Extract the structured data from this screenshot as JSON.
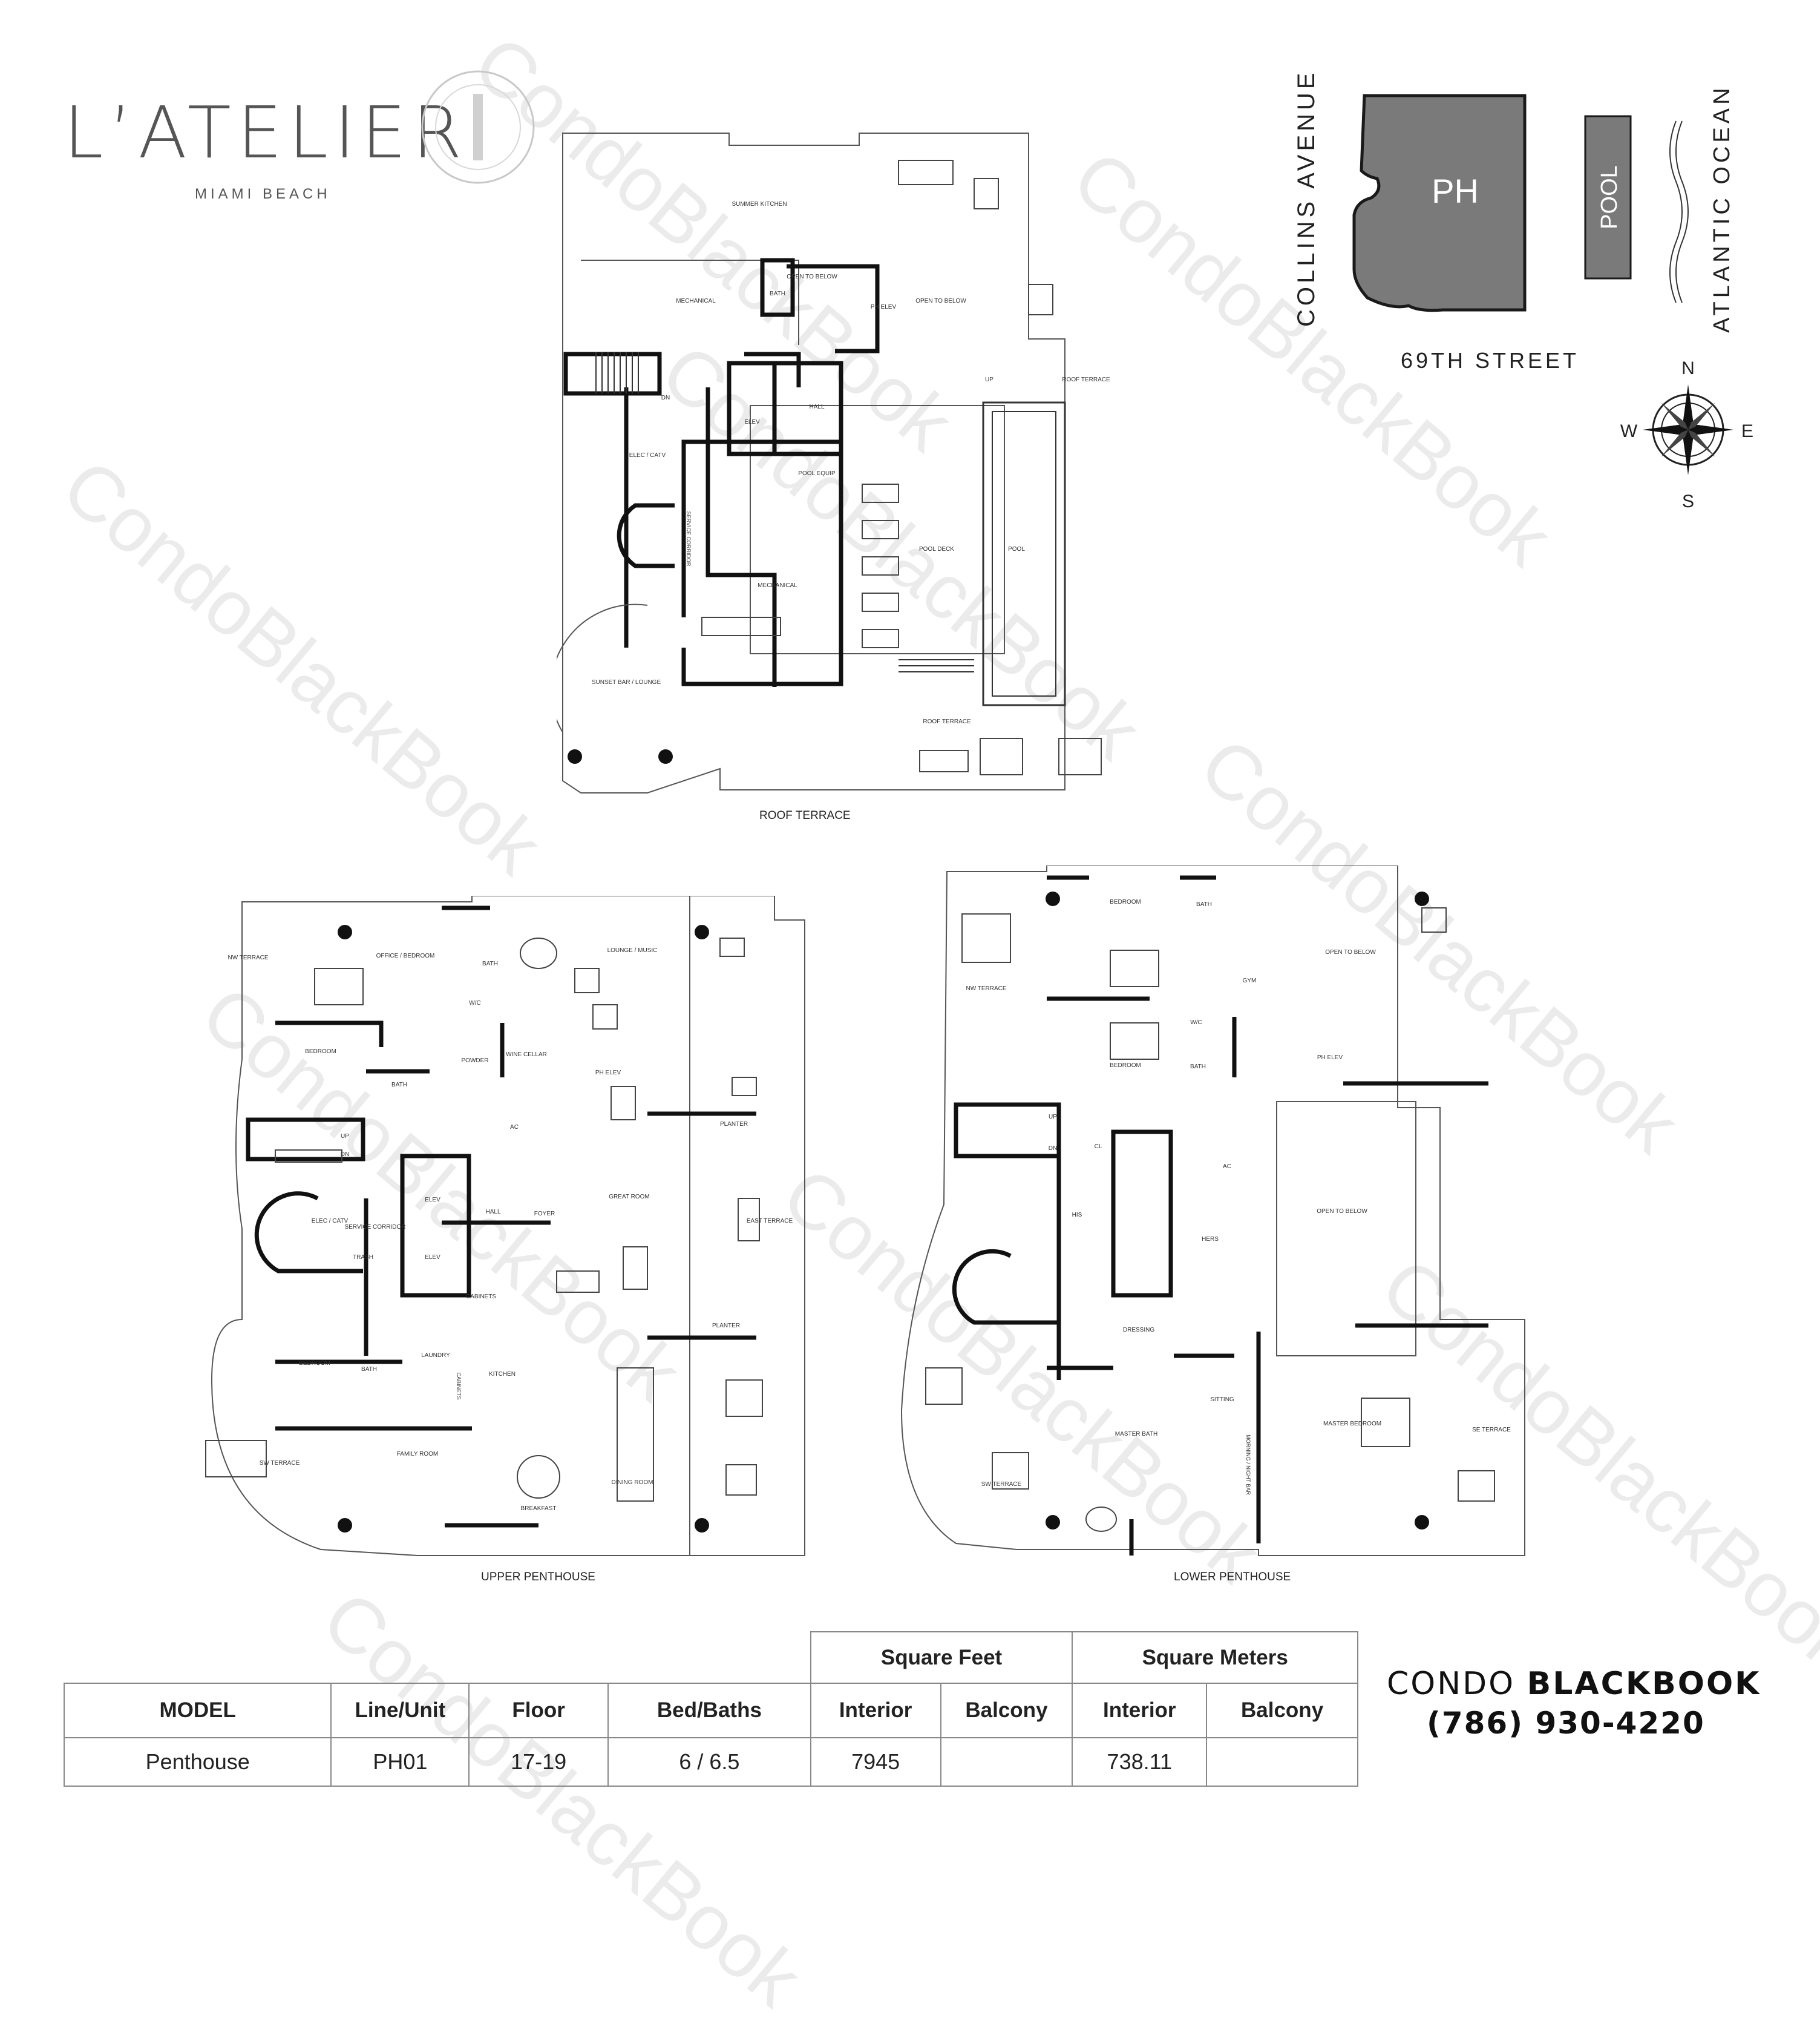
{
  "logo": {
    "title": "L’ATELIER",
    "subtitle": "MIAMI BEACH"
  },
  "plans": {
    "roof": {
      "caption": "ROOF TERRACE",
      "labels": {
        "summer_kitchen": "SUMMER KITCHEN",
        "mechanical": "MECHANICAL",
        "open_below_1": "OPEN TO BELOW",
        "open_below_2": "OPEN TO BELOW",
        "bath": "BATH",
        "ph_elev": "PH ELEV",
        "hall": "HALL",
        "elev": "ELEV",
        "elec": "ELEC / CATV",
        "service_corridor": "SERVICE CORRIDOR",
        "pool_equip": "POOL EQUIP",
        "pool_deck": "POOL DECK",
        "pool": "POOL",
        "mechanical_2": "MECHANICAL",
        "sunset_bar": "SUNSET BAR / LOUNGE",
        "roof_terrace_e": "ROOF TERRACE",
        "roof_terrace_s": "ROOF TERRACE",
        "up": "UP",
        "dn": "DN"
      }
    },
    "upper": {
      "caption": "UPPER PENTHOUSE",
      "labels": {
        "nw_terrace": "NW TERRACE",
        "office": "OFFICE / BEDROOM",
        "bath": "BATH",
        "wic": "W/C",
        "lounge": "LOUNGE / MUSIC",
        "bedroom": "BEDROOM",
        "powder": "POWDER",
        "wine": "WINE CELLAR",
        "bath2": "BATH",
        "ph_elev": "PH ELEV",
        "planter": "PLANTER",
        "elev": "ELEV",
        "hall": "HALL",
        "foyer": "FOYER",
        "great_room": "GREAT ROOM",
        "east_terrace": "EAST TERRACE",
        "elec": "ELEC / CATV",
        "service_corridor": "SERVICE CORRIDOR",
        "trash": "TRASH",
        "elev2": "ELEV",
        "cabinets": "CABINETS",
        "planter2": "PLANTER",
        "bedroom2": "BEDROOM",
        "bath3": "BATH",
        "laundry": "LAUNDRY",
        "kitchen": "KITCHEN",
        "cabinets2": "CABINETS",
        "family_room": "FAMILY ROOM",
        "sw_terrace": "SW TERRACE",
        "dining": "DINING ROOM",
        "breakfast": "BREAKFAST",
        "ac": "AC",
        "up": "UP",
        "dn": "DN"
      }
    },
    "lower": {
      "caption": "LOWER PENTHOUSE",
      "labels": {
        "bedroom": "BEDROOM",
        "bath": "BATH",
        "open_below": "OPEN TO BELOW",
        "nw_terrace": "NW TERRACE",
        "gym": "GYM",
        "wic": "W/C",
        "bedroom2": "BEDROOM",
        "bath2": "BATH",
        "ph_elev": "PH ELEV",
        "cl": "CL",
        "his": "HIS",
        "hers": "HERS",
        "open_below2": "OPEN TO BELOW",
        "dressing": "DRESSING",
        "sitting": "SITTING",
        "master_bath": "MASTER BATH",
        "master_bedroom": "MASTER BEDROOM",
        "se_terrace": "SE TERRACE",
        "sw_terrace": "SW TERRACE",
        "morning_bar": "MORNING / NIGHT BAR",
        "ac": "AC",
        "up": "UP",
        "dn": "DN"
      }
    }
  },
  "site_map": {
    "collins": "COLLINS AVENUE",
    "ocean": "ATLANTIC OCEAN",
    "street": "69TH STREET",
    "ph": "PH",
    "pool": "POOL",
    "compass": {
      "n": "N",
      "s": "S",
      "e": "E",
      "w": "W"
    },
    "colors": {
      "block": "#7a7a7a",
      "outline": "#1a1a1a"
    }
  },
  "spec_table": {
    "group_headers": {
      "sqft": "Square Feet",
      "sqm": "Square Meters"
    },
    "headers": {
      "model": "MODEL",
      "line_unit": "Line/Unit",
      "floor": "Floor",
      "bed_baths": "Bed/Baths",
      "interior_ft": "Interior",
      "balcony_ft": "Balcony",
      "interior_m": "Interior",
      "balcony_m": "Balcony"
    },
    "row": {
      "model": "Penthouse",
      "line_unit": "PH01",
      "floor": "17-19",
      "bed_baths": "6 / 6.5",
      "interior_ft": "7945",
      "balcony_ft": "",
      "interior_m": "738.11",
      "balcony_m": ""
    }
  },
  "brand": {
    "name_light": "CONDO",
    "name_bold": "BLACKBOOK",
    "phone": "(786) 930-4220"
  },
  "watermark": "CondoBlackBook"
}
